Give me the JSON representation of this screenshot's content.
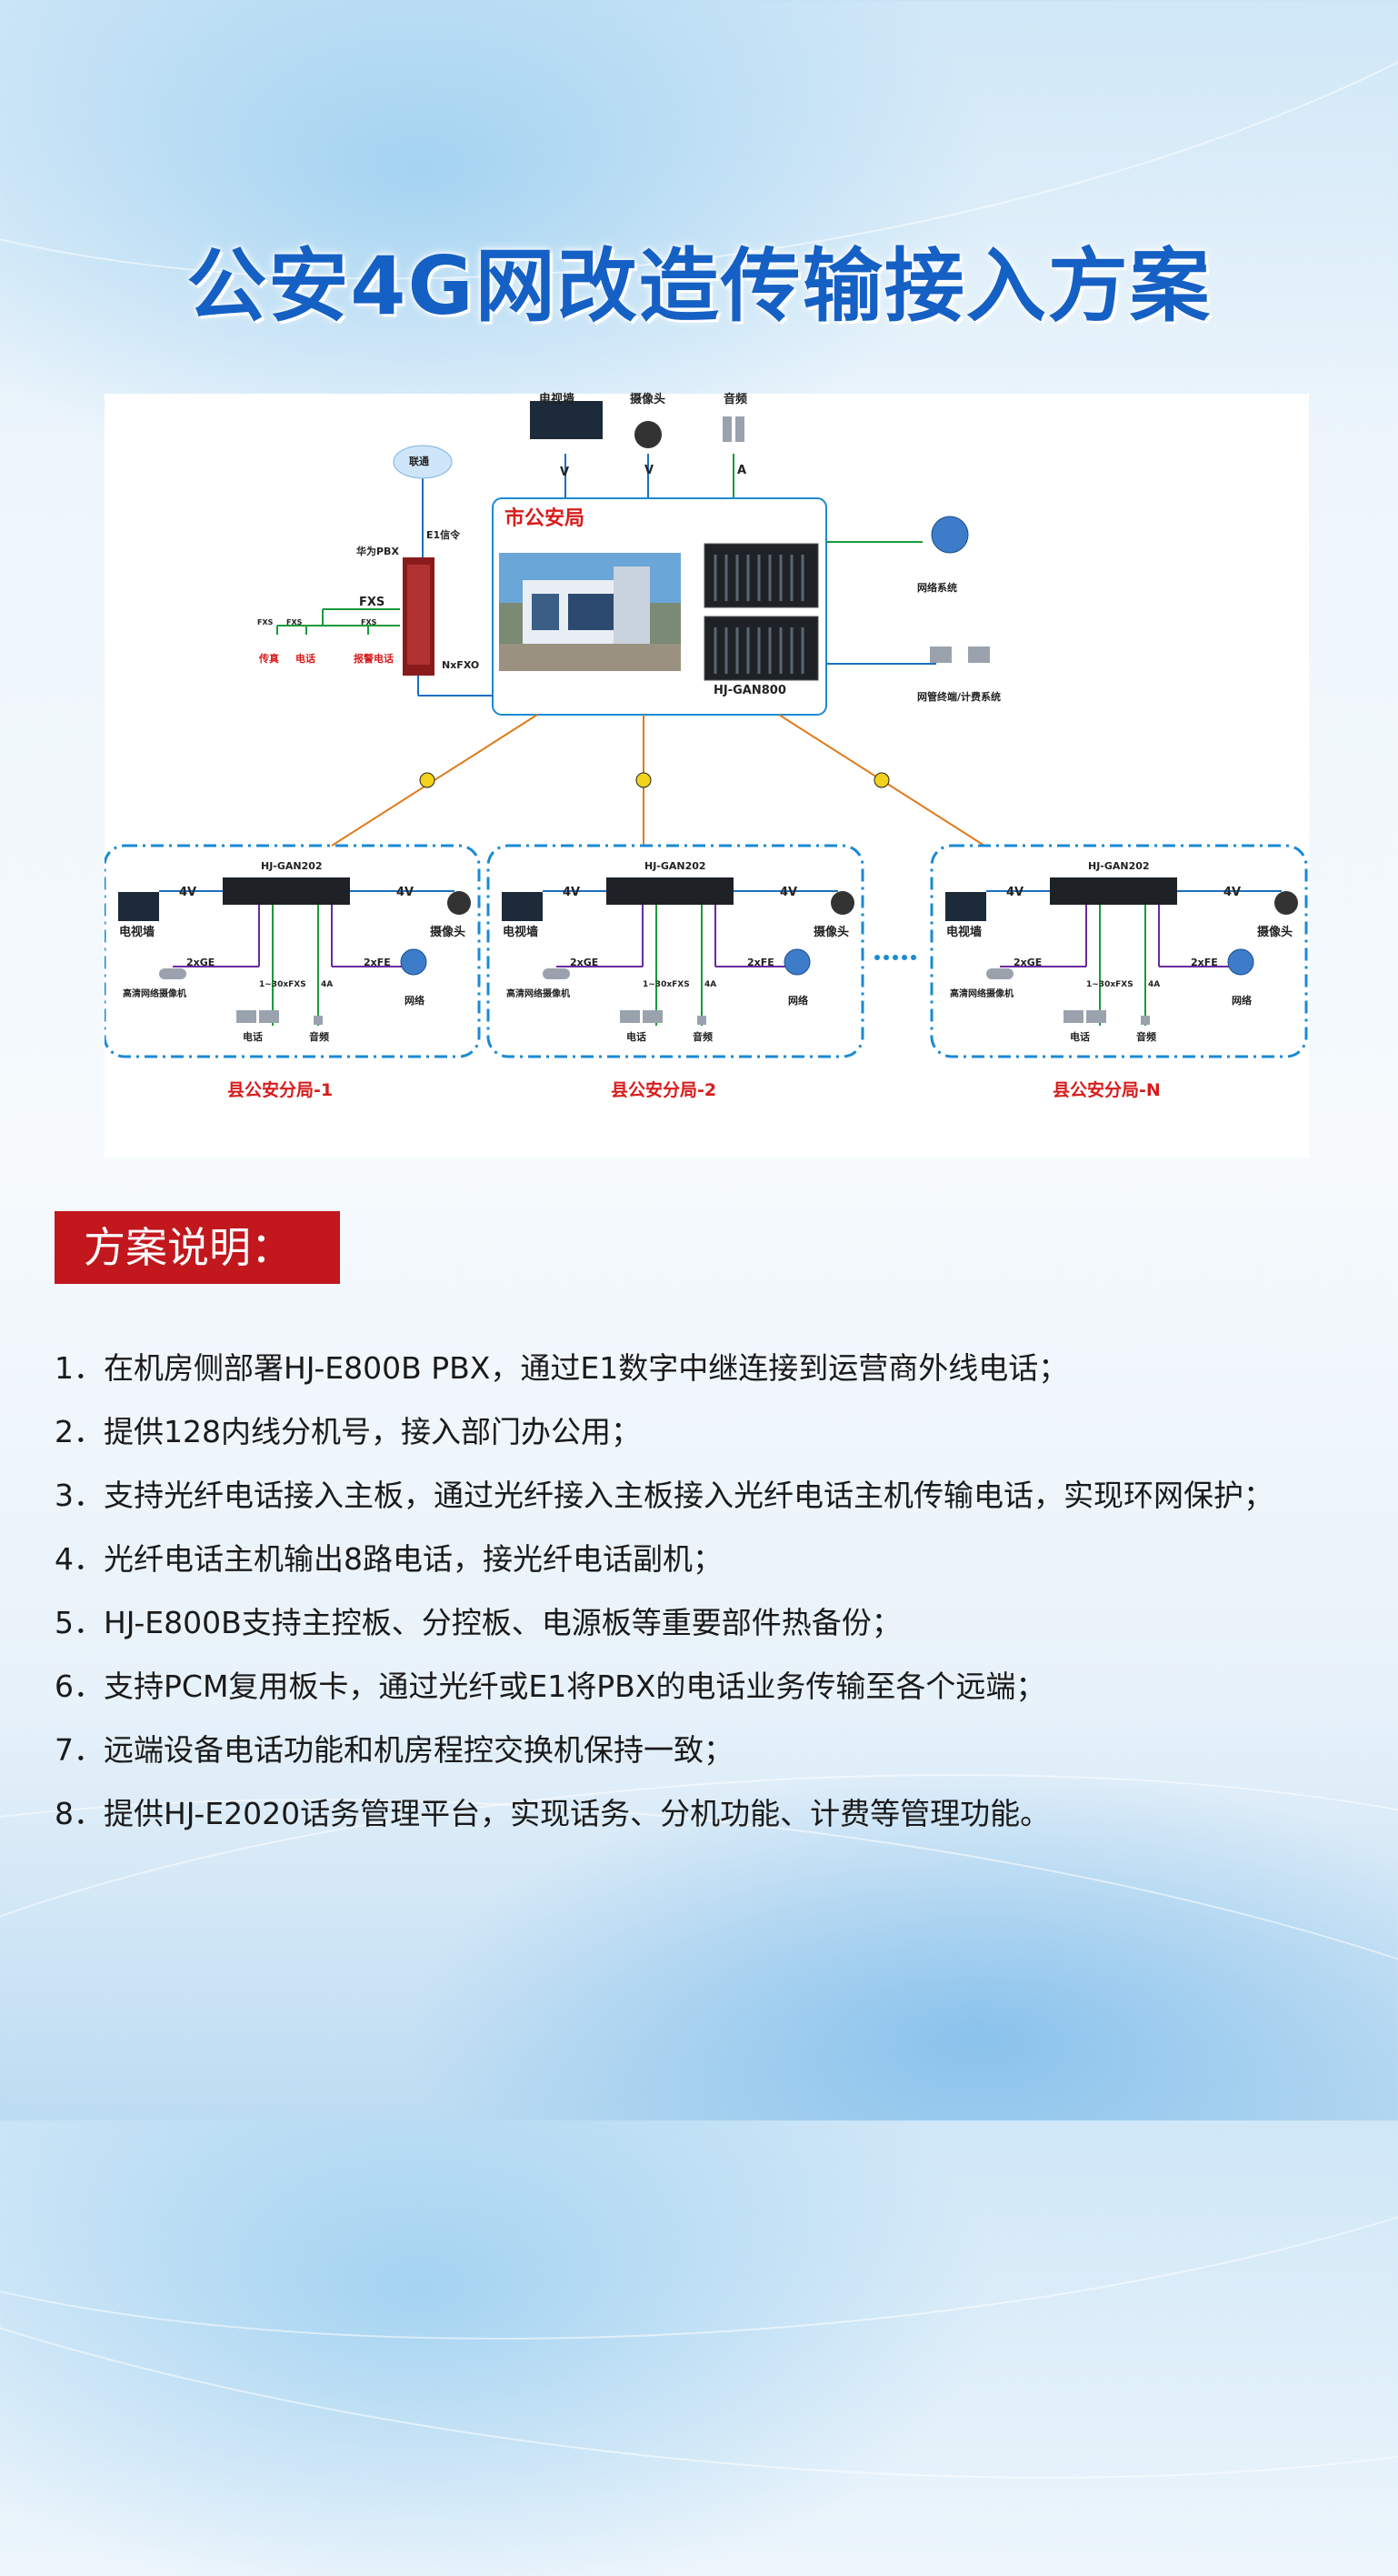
{
  "title": "公安4G网改造传输接入方案",
  "diagram": {
    "top_devices": {
      "tv_wall": "电视墙",
      "camera": "摄像头",
      "audio": "音频",
      "v1": "V",
      "v2": "V",
      "a": "A"
    },
    "city_bureau": {
      "name": "市公安局",
      "device": "HJ-GAN800"
    },
    "pbx": {
      "unicom": "联通",
      "e1_signal": "E1信令",
      "huawei_pbx": "华为PBX",
      "fxs": "FXS",
      "fxs_small": "FXS",
      "fax": "传真",
      "phone": "电话",
      "alarm_phone": "报警电话",
      "nxfxo": "NxFXO"
    },
    "right": {
      "network_system": "网络系统",
      "nms_billing": "网管终端/计费系统"
    },
    "branch": {
      "device": "HJ-GAN202",
      "tv_wall": "电视墙",
      "camera": "摄像头",
      "v4_left": "4V",
      "v4_right": "4V",
      "ge": "2xGE",
      "hd_camera": "高清网络摄像机",
      "fxs": "1~30xFXS",
      "a4": "4A",
      "fe": "2xFE",
      "phone": "电话",
      "audio": "音频",
      "network": "网络"
    },
    "county_labels": [
      "县公安分局-1",
      "县公安分局-2",
      "县公安分局-N"
    ]
  },
  "section_title": "方案说明：",
  "items": [
    "1．在机房侧部署HJ-E800B PBX，通过E1数字中继连接到运营商外线电话；",
    "2．提供128内线分机号，接入部门办公用；",
    "3．支持光纤电话接入主板，通过光纤接入主板接入光纤电话主机传输电话，实现环网保护；",
    "4．光纤电话主机输出8路电话，接光纤电话副机；",
    "5．HJ-E800B支持主控板、分控板、电源板等重要部件热备份；",
    "6．支持PCM复用板卡，通过光纤或E1将PBX的电话业务传输至各个远端；",
    "7．远端设备电话功能和机房程控交换机保持一致；",
    "8．提供HJ-E2020话务管理平台，实现话务、分机功能、计费等管理功能。"
  ],
  "colors": {
    "title_blue": "#1560c4",
    "section_red": "#c1171d",
    "box_blue": "#1a8ad4",
    "fiber_orange": "#e07a1a",
    "label_red": "#d81c1c"
  }
}
